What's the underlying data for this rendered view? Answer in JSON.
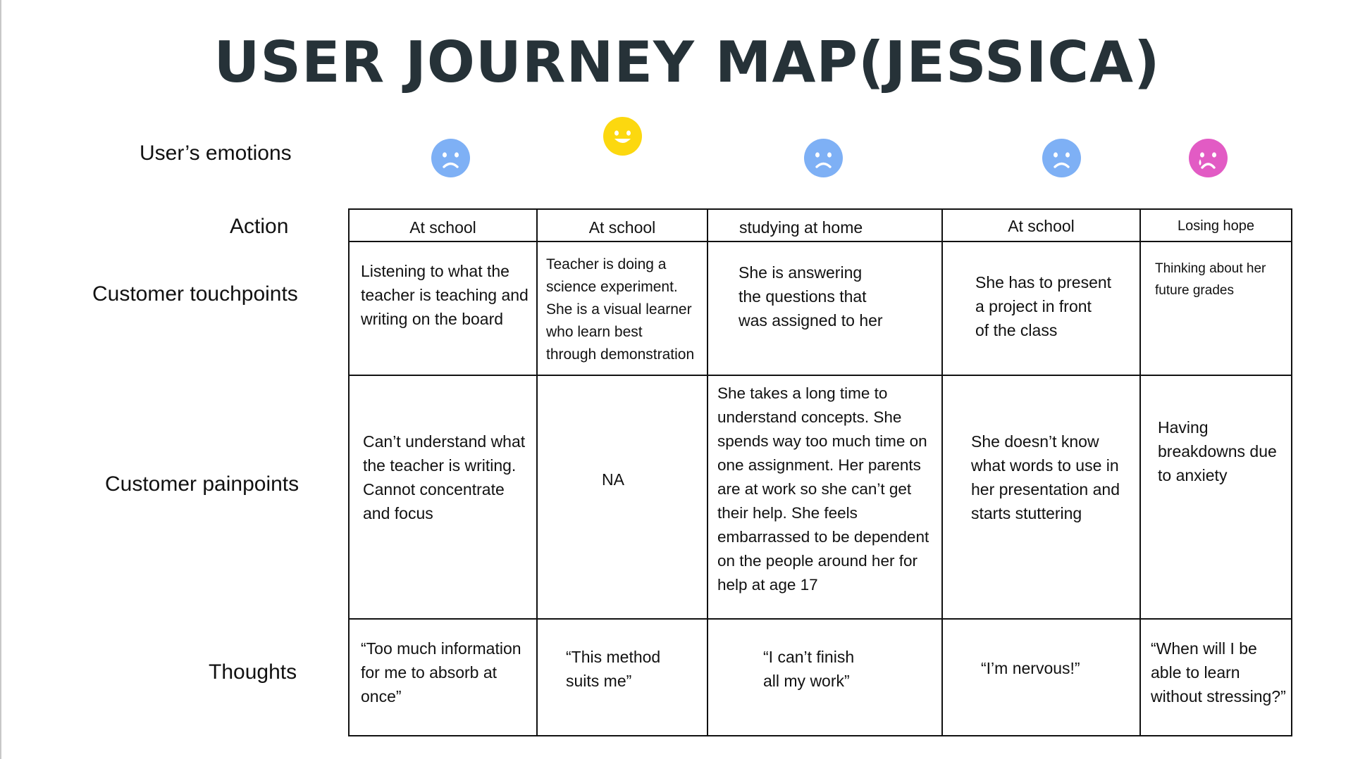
{
  "title": "USER JOURNEY MAP(JESSICA)",
  "row_labels": {
    "emotions": "User’s emotions",
    "action": "Action",
    "touchpoints": "Customer touchpoints",
    "painpoints": "Customer painpoints",
    "thoughts": "Thoughts"
  },
  "emotions": [
    {
      "icon": "sad-face-icon",
      "color": "#7eb0f5"
    },
    {
      "icon": "happy-face-icon",
      "color": "#fcd80f"
    },
    {
      "icon": "sad-face-icon",
      "color": "#7eb0f5"
    },
    {
      "icon": "sad-face-icon",
      "color": "#7eb0f5"
    },
    {
      "icon": "crying-face-icon",
      "color": "#e25bc4"
    }
  ],
  "columns": [
    {
      "action": "At school",
      "touchpoint": "Listening to what the\nteacher is teaching and\nwriting on the board",
      "painpoint": "Can’t understand what\nthe teacher is writing.\nCannot concentrate\nand focus",
      "thought": "“Too much information\nfor me to absorb at\nonce”"
    },
    {
      "action": "At school",
      "touchpoint": "Teacher is doing a\nscience experiment.\nShe is a visual learner\nwho learn best\nthrough demonstration",
      "painpoint": "NA",
      "thought": "“This method\nsuits me”"
    },
    {
      "action": "studying at home",
      "touchpoint": "She is answering\nthe questions that\nwas assigned to her",
      "painpoint": "She takes a long time to\nunderstand concepts. She\nspends way too much time on\none assignment. Her parents\nare at work so she can’t get\ntheir help. She feels\nembarrassed to be dependent\non the people around her for\nhelp at age 17",
      "thought": "“I can’t finish\nall my work”"
    },
    {
      "action": "At school",
      "touchpoint": "She has to present\na project in front\nof the class",
      "painpoint": "She doesn’t know\nwhat words to use in\nher presentation and\nstarts stuttering",
      "thought": "“I’m nervous!”"
    },
    {
      "action": "Losing hope",
      "touchpoint": "Thinking about her\nfuture grades",
      "painpoint": "Having\nbreakdowns due\nto anxiety",
      "thought": "“When will I be\nable to learn\nwithout stressing?”"
    }
  ]
}
